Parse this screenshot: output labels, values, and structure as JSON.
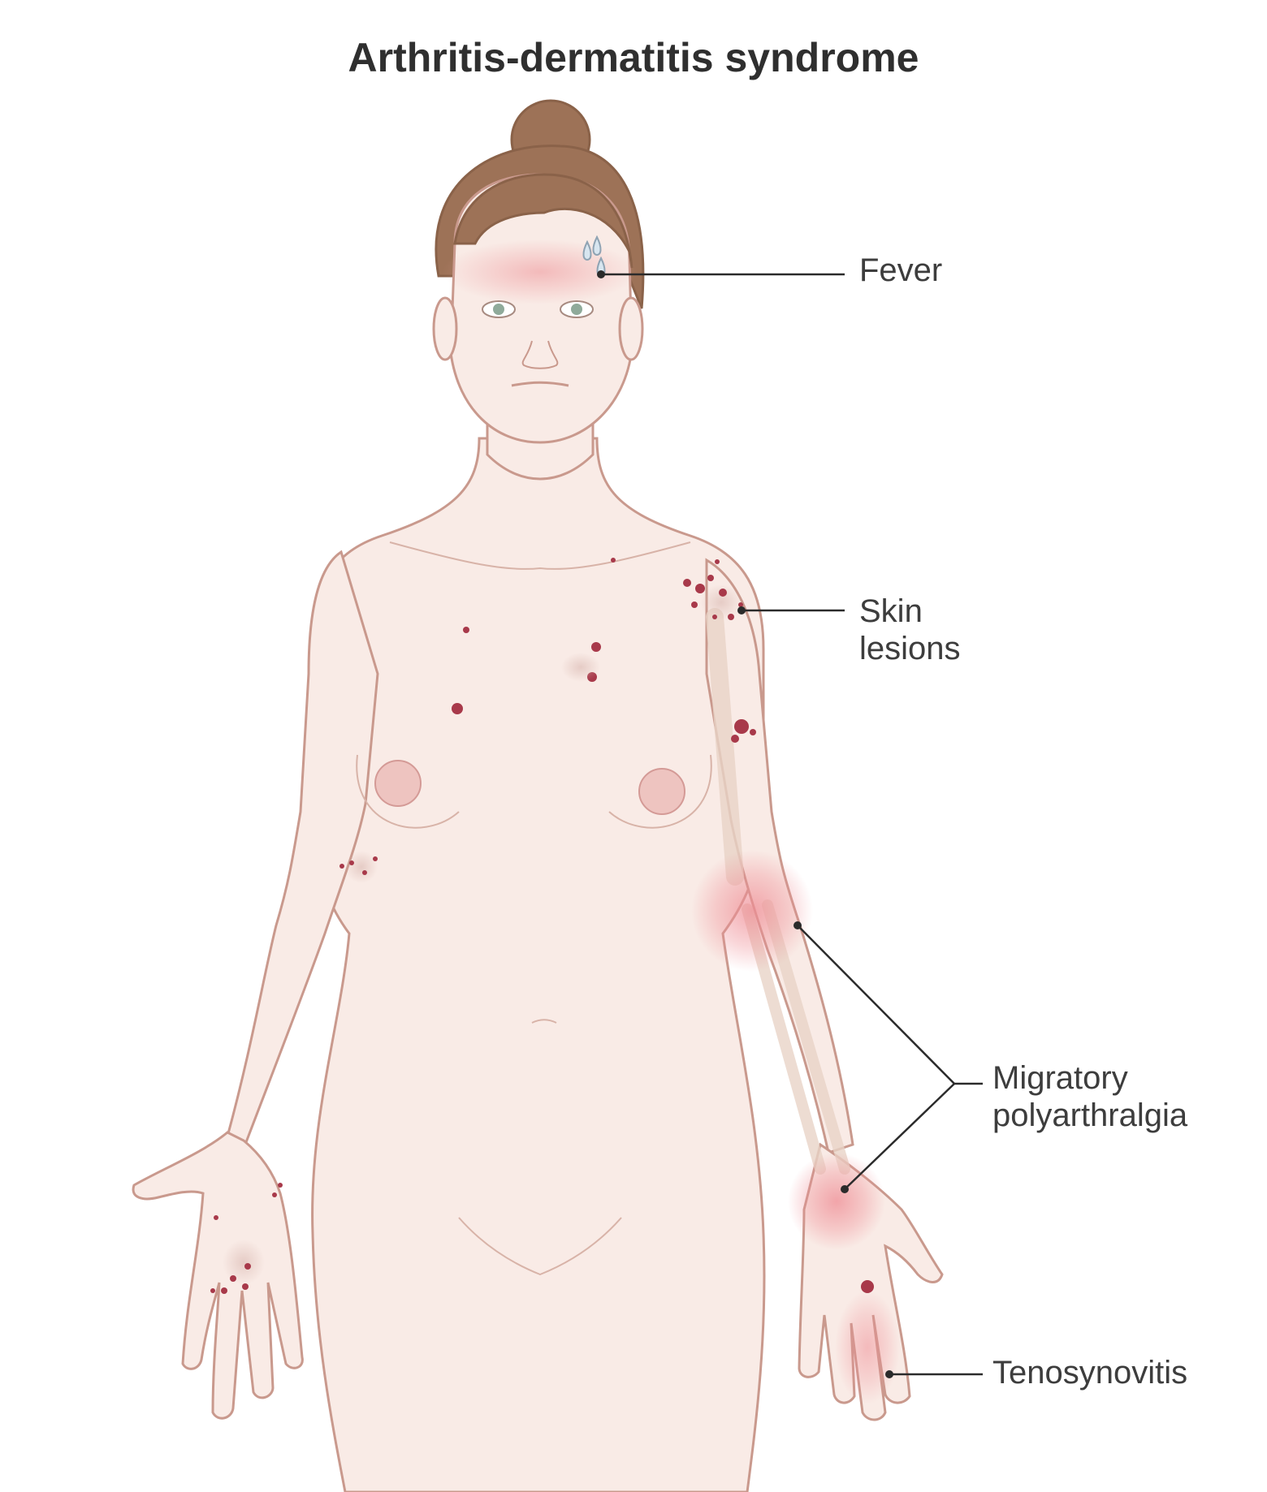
{
  "title": "Arthritis-dermatitis syndrome",
  "labels": {
    "fever": "Fever",
    "skin_lesions": "Skin\nlesions",
    "migratory_polyarthralgia": "Migratory\npolyarthralgia",
    "tenosynovitis": "Tenosynovitis"
  },
  "colors": {
    "skin": "#f9ebe6",
    "skin_outline": "#c9998d",
    "hair": "#9d7257",
    "lesion": "#a8394a",
    "inflammation": "#ef8d95",
    "leader_line": "#2b2b2b"
  }
}
